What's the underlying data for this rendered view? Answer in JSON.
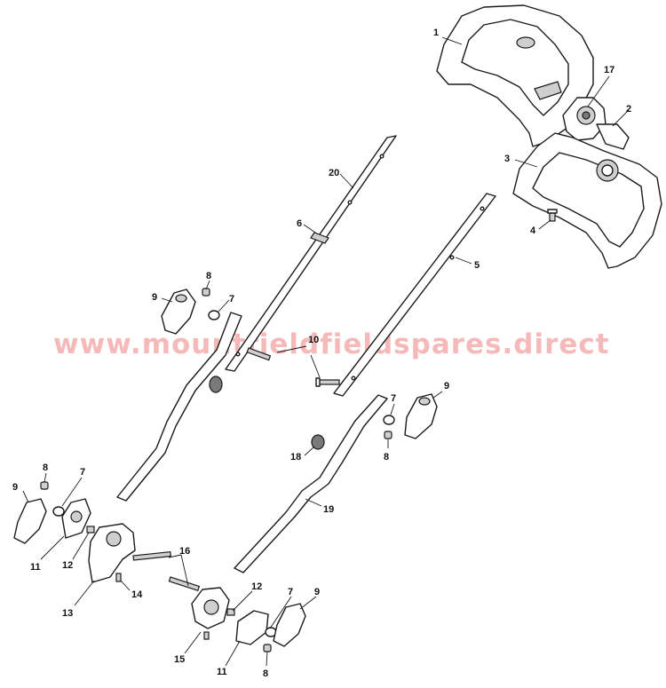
{
  "watermark": "www.mountfieldfieldspares.direct",
  "callouts": {
    "c1": "1",
    "c17": "17",
    "c2": "2",
    "c3": "3",
    "c4": "4",
    "c20": "20",
    "c6": "6",
    "c5": "5",
    "c8a": "8",
    "c9a": "9",
    "c7a": "7",
    "c10": "10",
    "c7b": "7",
    "c9b": "9",
    "c8b": "8",
    "c18": "18",
    "c8c": "8",
    "c7c": "7",
    "c9c": "9",
    "c19": "19",
    "c11a": "11",
    "c12a": "12",
    "c16": "16",
    "c14": "14",
    "c13": "13",
    "c12b": "12",
    "c7d": "7",
    "c9d": "9",
    "c15": "15",
    "c11b": "11",
    "c8d": "8"
  }
}
